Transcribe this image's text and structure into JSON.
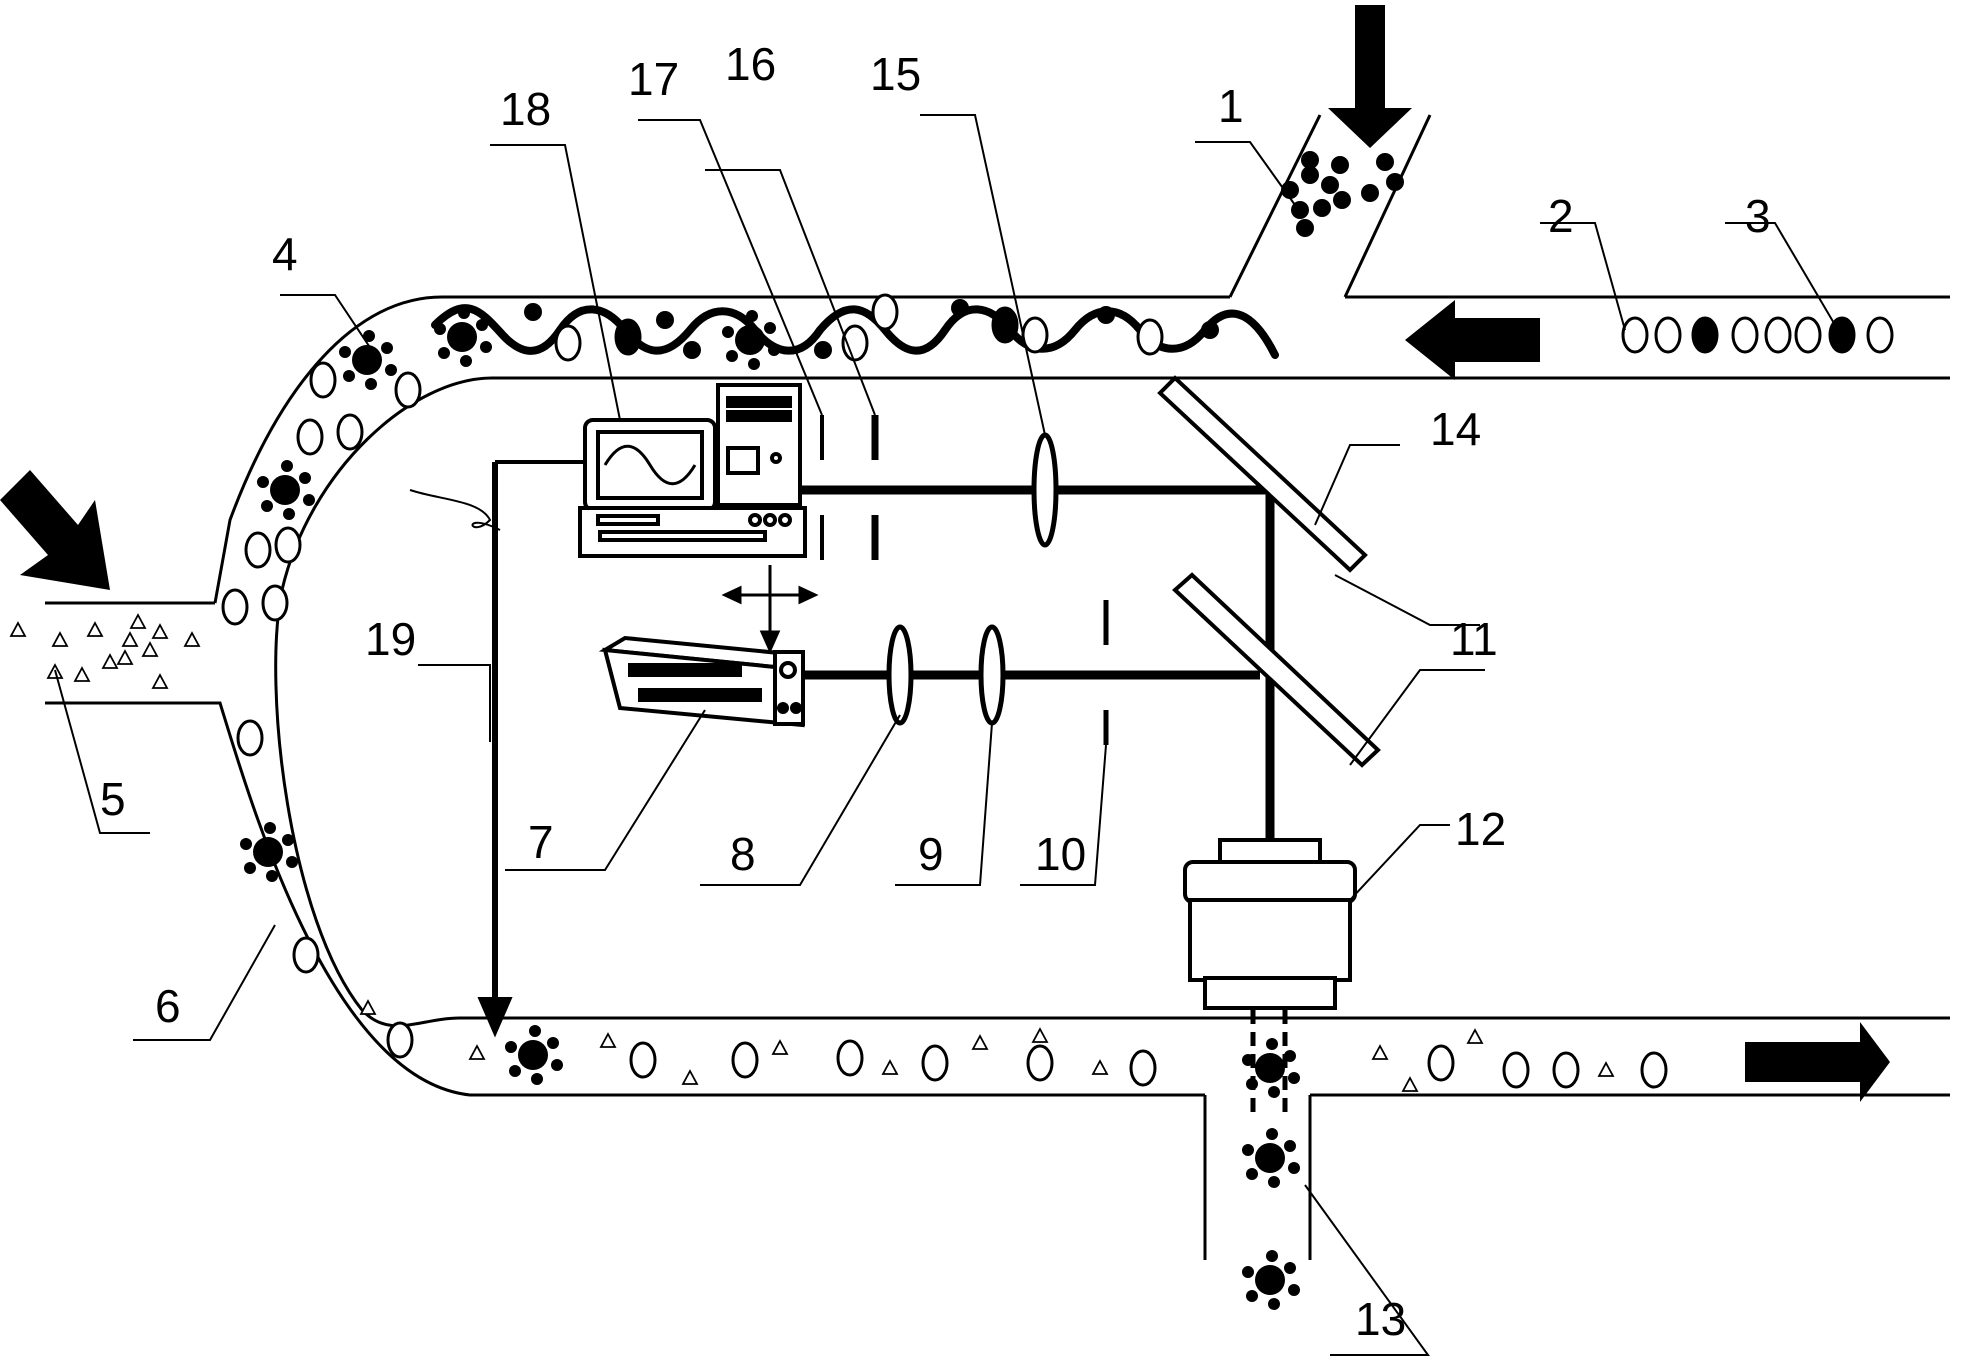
{
  "labels": {
    "l1": "1",
    "l2": "2",
    "l3": "3",
    "l4": "4",
    "l5": "5",
    "l6": "6",
    "l7": "7",
    "l8": "8",
    "l9": "9",
    "l10": "10",
    "l11": "11",
    "l12": "12",
    "l13": "13",
    "l14": "14",
    "l15": "15",
    "l16": "16",
    "l17": "17",
    "l18": "18",
    "l19": "19"
  },
  "colors": {
    "ink": "#000000",
    "paper": "#ffffff"
  },
  "icons": [
    "arrow-icon",
    "cell-icon",
    "bead-icon",
    "particle-icon",
    "triangle-icon",
    "lens-icon",
    "mirror-icon",
    "computer-icon",
    "laser-icon",
    "objective-icon"
  ]
}
